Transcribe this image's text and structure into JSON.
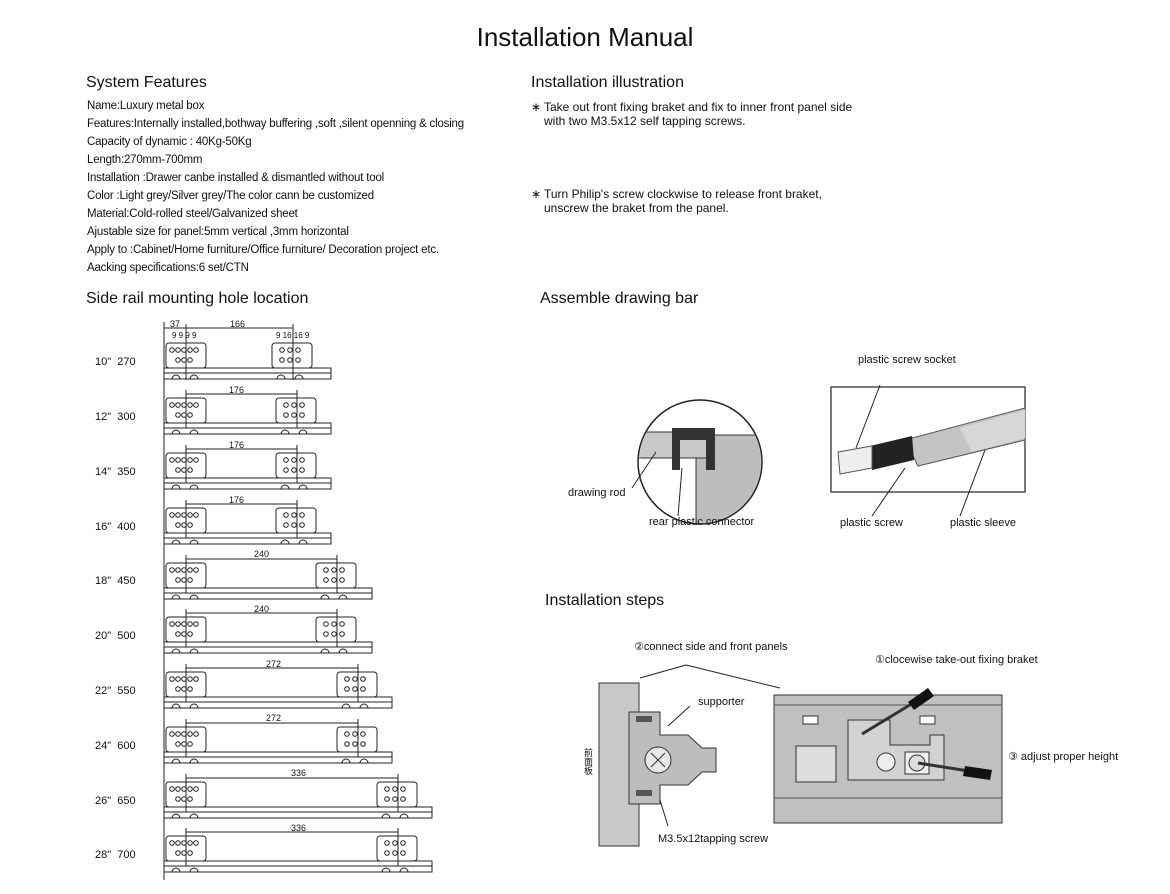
{
  "title": "Installation Manual",
  "system_features": {
    "heading": "System Features",
    "items": [
      "Name:Luxury metal box",
      "Features:Internally installed,bothway buffering ,soft ,silent openning & closing",
      "Capacity of dynamic : 40Kg-50Kg",
      "Length:270mm-700mm",
      "Installation :Drawer canbe installed & dismantled without tool",
      "Color :Light grey/Silver grey/The color cann be customized",
      "Material:Cold-rolled steel/Galvanized sheet",
      "Ajustable size for panel:5mm vertical ,3mm horizontal",
      "Apply to :Cabinet/Home furniture/Office furniture/ Decoration project etc.",
      "Aacking specifications:6 set/CTN"
    ]
  },
  "installation_illustration": {
    "heading": "Installation illustration",
    "bullets": [
      "Take out front fixing braket and fix to inner front panel side with two M3.5x12 self tapping screws.",
      "Turn Philip's screw clockwise to release front braket, unscrew the braket from the panel."
    ]
  },
  "side_rail": {
    "heading": "Side rail mounting hole location",
    "top_dims": {
      "a": "37",
      "b": "166",
      "c": "9 9 9 9",
      "d": "9 16 16 9"
    },
    "rows": [
      {
        "size": "10\"",
        "length": "270",
        "dim": ""
      },
      {
        "size": "12\"",
        "length": "300",
        "dim": "176"
      },
      {
        "size": "14\"",
        "length": "350",
        "dim": "176"
      },
      {
        "size": "16\"",
        "length": "400",
        "dim": "176"
      },
      {
        "size": "18\"",
        "length": "450",
        "dim": "240"
      },
      {
        "size": "20\"",
        "length": "500",
        "dim": "240"
      },
      {
        "size": "22\"",
        "length": "550",
        "dim": "272"
      },
      {
        "size": "24\"",
        "length": "600",
        "dim": "272"
      },
      {
        "size": "26\"",
        "length": "650",
        "dim": "336"
      },
      {
        "size": "28\"",
        "length": "700",
        "dim": "336"
      }
    ]
  },
  "assemble": {
    "heading": "Assemble drawing bar",
    "labels": {
      "drawing_rod": "drawing rod",
      "rear_connector": "rear plastic connector",
      "screw_socket": "plastic screw socket",
      "plastic_screw": "plastic screw",
      "plastic_sleeve": "plastic sleeve"
    }
  },
  "steps": {
    "heading": "Installation steps",
    "labels": {
      "step2": "②connect side and front panels",
      "step1": "①clocewise take-out fixing braket",
      "step3": "③ adjust proper height",
      "supporter": "supporter",
      "screw": "M3.5x12tapping screw",
      "panel_cn": "前面板"
    }
  }
}
